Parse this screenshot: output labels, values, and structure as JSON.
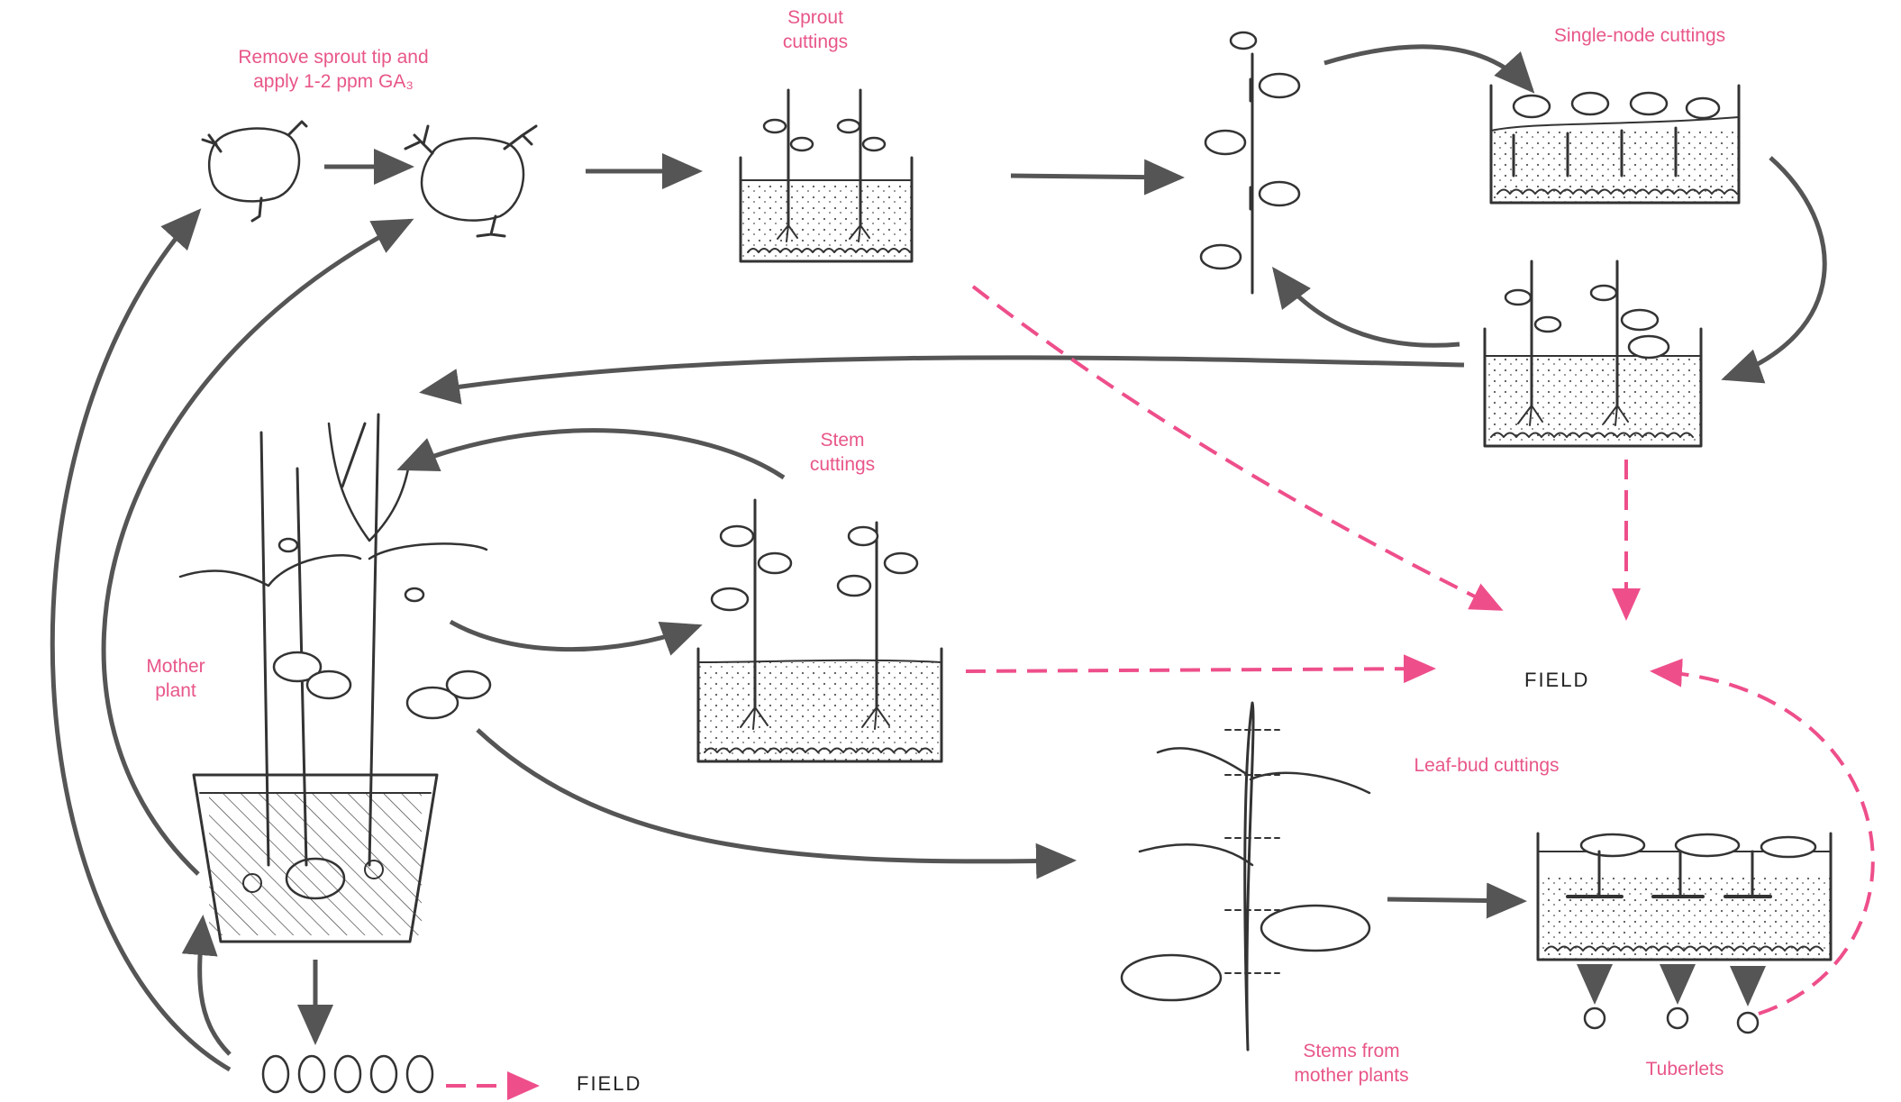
{
  "labels": {
    "remove_sprout": [
      "Remove sprout tip and",
      "apply 1-2 ppm GA₃"
    ],
    "sprout_cuttings": [
      "Sprout",
      "cuttings"
    ],
    "single_node_cuttings": "Single-node cuttings",
    "stem_cuttings": [
      "Stem",
      "cuttings"
    ],
    "mother_plant": [
      "Mother",
      "plant"
    ],
    "leaf_bud_cuttings": "Leaf-bud cuttings",
    "stems_from_mother": [
      "Stems from",
      "mother plants"
    ],
    "tuberlets": "Tuberlets",
    "field_right": "FIELD",
    "field_bottom": "FIELD"
  },
  "colors": {
    "label_pink": "#e8568a",
    "dashed_arrow": "#ee4f8b",
    "solid_arrow": "#555555",
    "ink": "#333333"
  }
}
